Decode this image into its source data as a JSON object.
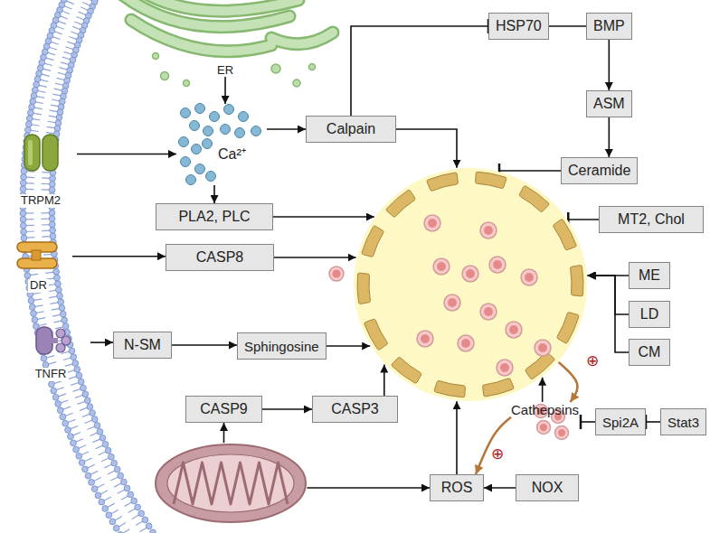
{
  "diagram": {
    "nodes": [
      {
        "text": [
          "ER"
        ]
      },
      {
        "text": [
          "TRPM2"
        ]
      },
      {
        "text": [
          "Ca²⁺"
        ]
      },
      {
        "text": [
          "HSP70"
        ]
      },
      {
        "text": [
          "BMP"
        ]
      },
      {
        "text": [
          "Calpain"
        ]
      },
      {
        "text": [
          "ASM"
        ]
      },
      {
        "text": [
          "Ceramide"
        ]
      },
      {
        "text": [
          "PLA2, PLC"
        ]
      },
      {
        "text": [
          "MT2, Chol"
        ]
      },
      {
        "text": []
      },
      {
        "text": [
          "DR"
        ]
      },
      {
        "text": [
          "CASP8"
        ]
      },
      {
        "text": [
          "ME"
        ]
      },
      {
        "text": [
          "LD"
        ]
      },
      {
        "text": [
          "CM"
        ]
      },
      {
        "text": [
          "TNFR"
        ]
      },
      {
        "text": [
          "N-SM"
        ]
      },
      {
        "text": [
          "Sphingosine"
        ]
      },
      {
        "text": [
          "CASP9"
        ]
      },
      {
        "text": [
          "CASP3"
        ]
      },
      {
        "text": [
          "Cathepsins"
        ]
      },
      {
        "text": [
          "Spi2A"
        ]
      },
      {
        "text": [
          "Stat3"
        ]
      },
      {
        "text": []
      },
      {
        "text": [
          "ROS"
        ]
      },
      {
        "text": [
          "NOX"
        ]
      }
    ],
    "edges": [
      {
        "from": 0,
        "to": 2,
        "arrow": "to"
      },
      {
        "from": 1,
        "to": 2,
        "arrow": "to"
      },
      {
        "from": 2,
        "to": 5,
        "arrow": "to"
      },
      {
        "from": 2,
        "to": 8,
        "arrow": "to"
      },
      {
        "from": 5,
        "to": 3,
        "arrow": "to"
      },
      {
        "from": 3,
        "to": 4,
        "arrow": "none"
      },
      {
        "from": 4,
        "to": 6,
        "arrow": "to"
      },
      {
        "from": 6,
        "to": 7,
        "arrow": "to"
      },
      {
        "from": 7,
        "to": 10,
        "arrow": "to"
      },
      {
        "from": 5,
        "to": 10,
        "arrow": "to"
      },
      {
        "from": 8,
        "to": 10,
        "arrow": "to"
      },
      {
        "from": 9,
        "to": 10,
        "arrow": "to"
      },
      {
        "from": 11,
        "to": 12,
        "arrow": "to"
      },
      {
        "from": 12,
        "to": 10,
        "arrow": "to"
      },
      {
        "from": 13,
        "to": 10,
        "arrow": "to"
      },
      {
        "from": 14,
        "to": 10,
        "arrow": "to"
      },
      {
        "from": 15,
        "to": 10,
        "arrow": "to"
      },
      {
        "from": 16,
        "to": 17,
        "arrow": "to"
      },
      {
        "from": 17,
        "to": 18,
        "arrow": "to"
      },
      {
        "from": 18,
        "to": 10,
        "arrow": "to"
      },
      {
        "from": 19,
        "to": 20,
        "arrow": "to"
      },
      {
        "from": 20,
        "to": 10,
        "arrow": "to"
      },
      {
        "from": 24,
        "to": 19,
        "arrow": "to"
      },
      {
        "from": 24,
        "to": 25,
        "arrow": "to"
      },
      {
        "from": 26,
        "to": 25,
        "arrow": "to"
      },
      {
        "from": 25,
        "to": 10,
        "arrow": "to"
      },
      {
        "from": 21,
        "to": 25,
        "arrow": "to"
      },
      {
        "from": 21,
        "to": 10,
        "arrow": "to"
      },
      {
        "from": 10,
        "to": 21,
        "arrow": "to"
      },
      {
        "from": 22,
        "to": 21,
        "arrow": "to"
      },
      {
        "from": 23,
        "to": 22,
        "arrow": "to"
      }
    ],
    "labels": [
      "⊕",
      "⊕"
    ]
  }
}
